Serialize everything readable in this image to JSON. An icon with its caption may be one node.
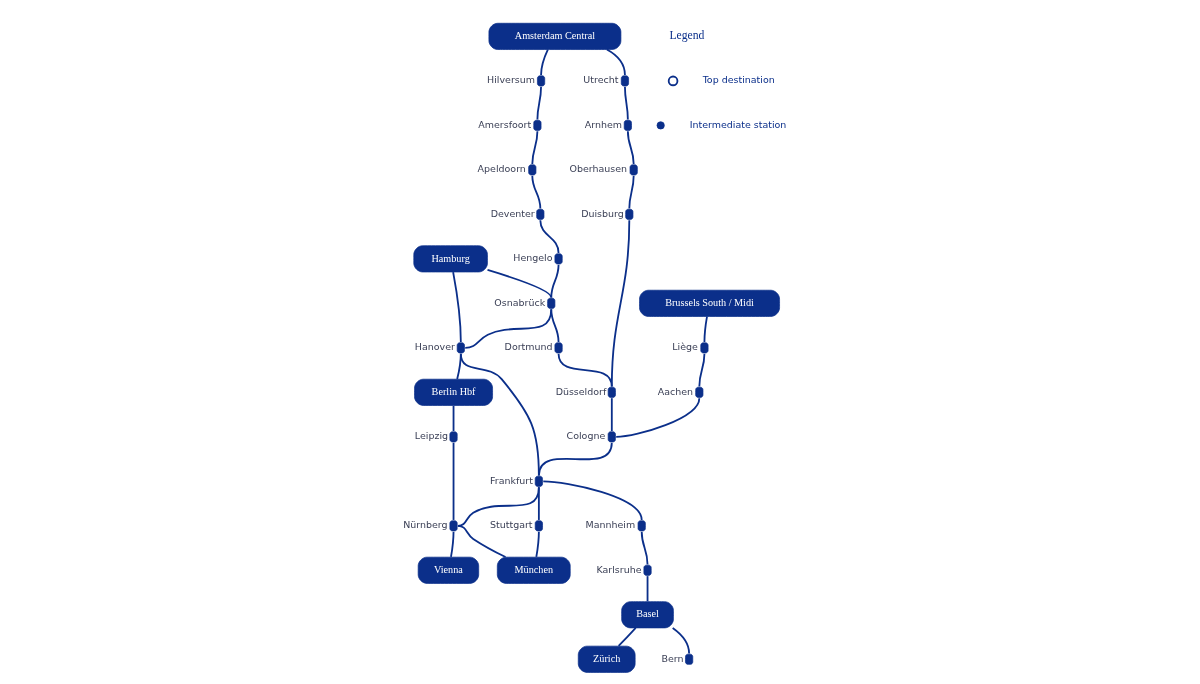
{
  "diagram": {
    "nodes": [
      {
        "text": [
          "Hamburg"
        ]
      },
      {
        "text": [
          "Amsterdam Central"
        ]
      },
      {
        "text": [
          "Berlin Hbf"
        ]
      },
      {
        "text": [],
        "shape": "circle",
        "beside": [
          "Hilversum"
        ]
      },
      {
        "text": [],
        "shape": "circle",
        "beside": [
          "Amersfoort"
        ]
      },
      {
        "text": [],
        "shape": "circle",
        "beside": [
          "Apeldoorn"
        ]
      },
      {
        "text": [],
        "shape": "circle",
        "beside": [
          "Deventer"
        ]
      },
      {
        "text": [],
        "shape": "circle",
        "beside": [
          "Hengelo"
        ]
      },
      {
        "text": [],
        "shape": "circle",
        "beside": [
          "Utrecht"
        ]
      },
      {
        "text": [],
        "shape": "circle",
        "beside": [
          "Osnabrück"
        ]
      },
      {
        "text": [],
        "shape": "circle",
        "beside": [
          "Hanover"
        ]
      },
      {
        "text": [],
        "shape": "circle",
        "beside": [
          "Arnhem"
        ]
      },
      {
        "text": [],
        "shape": "circle",
        "beside": [
          "Oberhausen"
        ]
      },
      {
        "text": [],
        "shape": "circle",
        "beside": [
          "Leipzig"
        ]
      },
      {
        "text": [],
        "shape": "circle",
        "beside": [
          "Dortmund"
        ]
      },
      {
        "text": [],
        "shape": "circle",
        "beside": [
          "Duisburg"
        ]
      },
      {
        "text": [
          "Brussels South / Midi"
        ]
      },
      {
        "text": [],
        "shape": "circle",
        "beside": [
          "Düsseldorf"
        ]
      },
      {
        "text": [],
        "shape": "circle",
        "beside": [
          "Aachen"
        ]
      },
      {
        "text": [],
        "shape": "circle",
        "beside": [
          "Cologne"
        ]
      },
      {
        "text": [],
        "shape": "circle",
        "beside": [
          "Frankfurt"
        ]
      },
      {
        "text": [],
        "shape": "circle",
        "beside": [
          "Nürnberg"
        ]
      },
      {
        "text": [],
        "shape": "circle",
        "beside": [
          "Liège"
        ]
      },
      {
        "text": [],
        "shape": "circle",
        "beside": [
          "Mannheim"
        ]
      },
      {
        "text": [],
        "shape": "circle",
        "beside": [
          "Karlsruhe"
        ]
      },
      {
        "text": [],
        "shape": "circle",
        "beside": [
          "Stuttgart"
        ]
      },
      {
        "text": [
          "Vienna"
        ]
      },
      {
        "text": [
          "München"
        ]
      },
      {
        "text": [
          "Basel"
        ]
      },
      {
        "text": [
          "Zürich"
        ]
      },
      {
        "text": [],
        "shape": "circle",
        "beside": [
          "Bern"
        ]
      }
    ],
    "edges": [
      {
        "from": 1,
        "to": 3,
        "arrow": "none"
      },
      {
        "from": 3,
        "to": 4,
        "arrow": "none"
      },
      {
        "from": 4,
        "to": 5,
        "arrow": "none"
      },
      {
        "from": 5,
        "to": 6,
        "arrow": "none"
      },
      {
        "from": 6,
        "to": 7,
        "arrow": "none"
      },
      {
        "from": 7,
        "to": 9,
        "arrow": "none"
      },
      {
        "from": 9,
        "to": 10,
        "arrow": "none"
      },
      {
        "from": 10,
        "to": 2,
        "arrow": "none"
      },
      {
        "from": 1,
        "to": 8,
        "arrow": "none"
      },
      {
        "from": 8,
        "to": 11,
        "arrow": "none"
      },
      {
        "from": 11,
        "to": 12,
        "arrow": "none"
      },
      {
        "from": 12,
        "to": 15,
        "arrow": "none"
      },
      {
        "from": 15,
        "to": 17,
        "arrow": "none"
      },
      {
        "from": 17,
        "to": 19,
        "arrow": "none"
      },
      {
        "from": 19,
        "to": 20,
        "arrow": "none"
      },
      {
        "from": 20,
        "to": 21,
        "arrow": "none"
      },
      {
        "from": 21,
        "to": 26,
        "arrow": "none"
      },
      {
        "from": 0,
        "to": 9,
        "arrow": "none"
      },
      {
        "from": 9,
        "to": 14,
        "arrow": "none"
      },
      {
        "from": 14,
        "to": 17,
        "arrow": "none"
      },
      {
        "from": 0,
        "to": 10,
        "arrow": "none"
      },
      {
        "from": 10,
        "to": 20,
        "arrow": "none"
      },
      {
        "from": 20,
        "to": 23,
        "arrow": "none"
      },
      {
        "from": 23,
        "to": 24,
        "arrow": "none"
      },
      {
        "from": 24,
        "to": 28,
        "arrow": "none"
      },
      {
        "from": 28,
        "to": 30,
        "arrow": "none"
      },
      {
        "from": 28,
        "to": 29,
        "arrow": "none"
      },
      {
        "from": 16,
        "to": 22,
        "arrow": "none"
      },
      {
        "from": 22,
        "to": 18,
        "arrow": "none"
      },
      {
        "from": 18,
        "to": 19,
        "arrow": "none"
      },
      {
        "from": 2,
        "to": 13,
        "arrow": "none"
      },
      {
        "from": 13,
        "to": 21,
        "arrow": "none"
      },
      {
        "from": 21,
        "to": 27,
        "arrow": "none"
      },
      {
        "from": 20,
        "to": 25,
        "arrow": "none"
      },
      {
        "from": 25,
        "to": 27,
        "arrow": "none"
      }
    ],
    "labels": [
      "Legend"
    ],
    "legend": [
      {
        "text": "Top destination"
      },
      {
        "text": "Intermediate station"
      }
    ]
  }
}
